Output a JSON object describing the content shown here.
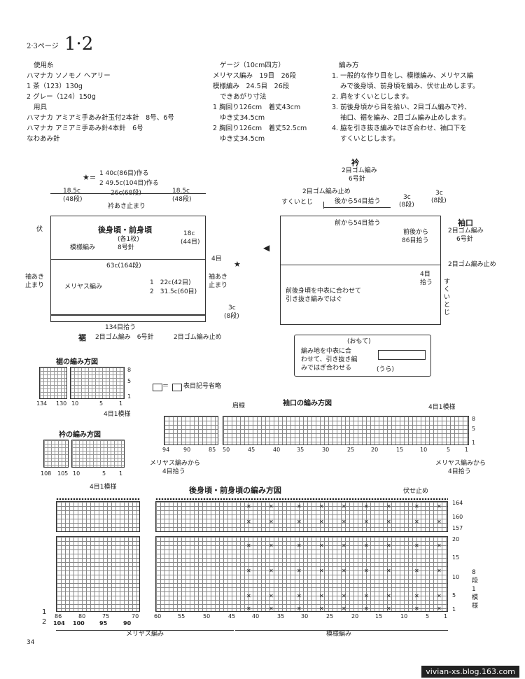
{
  "header": {
    "page_ref": "2·3ページ",
    "numbers": "1·2"
  },
  "materials": {
    "yarn_heading": "使用糸",
    "yarn_name": "ハマナカ ソノモノ ヘアリー",
    "color1": "1 茶（123）130g",
    "color2": "2 グレー（124）150g",
    "tools_heading": "用具",
    "tool1": "ハマナカ アミアミ手あみ針玉付2本針　8号、6号",
    "tool2": "ハマナカ アミアミ手あみ針4本針　6号",
    "tool3": "なわあみ針"
  },
  "gauge": {
    "heading": "ゲージ（10cm四方）",
    "row1": "メリヤス編み　19目　26段",
    "row2": "模様編み　24.5目　26段",
    "size_heading": "できあがり寸法",
    "size1a": "1 胸回り126cm　着丈43cm",
    "size1b": "ゆき丈34.5cm",
    "size2a": "2 胸回り126cm　着丈52.5cm",
    "size2b": "ゆき丈34.5cm"
  },
  "instructions": {
    "heading": "編み方",
    "steps": [
      "1. 一般的な作り目をし、模様編み、メリヤス編",
      "みで後身頃、前身頃を編み、伏せ止めします。",
      "2. 肩をすくいとじします。",
      "3. 前後身頃から目を拾い、2目ゴム編みで衿、",
      "袖口、裾を編み、2目ゴム編み止めします。",
      "4. 脇を引き抜き編みではぎ合わせ、袖口下を",
      "すくいとじします。"
    ]
  },
  "body_diagram": {
    "cast_on1": "1 40c(86目)作る",
    "cast_on2": "2 49.5c(104目)作る",
    "star": "★=",
    "width_left": "18.5c",
    "width_left_rows": "(48段)",
    "width_mid": "26c(68段)",
    "width_right": "18.5c",
    "width_right_rows": "(48段)",
    "neck_stop": "衿あき止まり",
    "bind": "伏",
    "title": "後身頃・前身頃",
    "count": "(各1枚)",
    "needle": "8号針",
    "pattern": "模様編み",
    "side_h": "18c",
    "side_h_rows": "(44目)",
    "sleeve_stop": "袖あき止まり",
    "len": "63c(164段)",
    "stitches_4": "4目",
    "star_mark": "★",
    "sleeve_stop_r": "袖あき止まり",
    "stockinette": "メリヤス編み",
    "h1": "1　22c(42目)",
    "h2": "2　31.5c(60目)",
    "hem_h": "3c",
    "hem_rows": "(8段)",
    "pick_up": "134目拾う",
    "hem_label": "裾",
    "hem_rib": "2目ゴム編み　6号針",
    "rib_bind": "2目ゴム編み止め"
  },
  "neck_diagram": {
    "title": "衿",
    "rib": "2目ゴム編み",
    "needle": "6号針",
    "rib_bind": "2目ゴム編み止め",
    "seam": "すくいとじ",
    "back_pick": "後から54目拾う",
    "front_pick": "前から54目拾う",
    "h_left": "3c",
    "h_left_rows": "(8段)",
    "h_right": "3c",
    "h_right_rows": "(8段)",
    "cuff_title": "袖口",
    "cuff_rib": "2目ゴム編み",
    "cuff_needle": "6号針",
    "cuff_pick": "前後から",
    "cuff_pick2": "86目拾う",
    "cuff_bind": "2目ゴム編み止め",
    "four": "4目",
    "four2": "拾う",
    "seam2": "すくいとじ",
    "join1": "前後身頃を中表に合わせて",
    "join2": "引き抜き編みではぐ",
    "face": "(おもて)",
    "note1": "編み地を中表に合",
    "note2": "わせて、引き抜き編",
    "note3": "みではぎ合わせる",
    "back": "(うら)"
  },
  "charts": {
    "hem_title": "裾の編み方図",
    "hem_nums": [
      "134",
      "130",
      "10",
      "5",
      "1"
    ],
    "hem_rows": [
      "8",
      "5",
      "1"
    ],
    "hem_repeat": "4目1模様",
    "legend": "＝",
    "legend_text": "表目記号省略",
    "neck_title": "衿の編み方図",
    "neck_nums": [
      "108",
      "105",
      "10",
      "5",
      "1"
    ],
    "neck_repeat": "4目1模様",
    "cuff_title": "袖口の編み方図",
    "shoulder": "肩線",
    "cuff_repeat": "4目1模様",
    "cuff_nums": [
      "94",
      "90",
      "85",
      "50",
      "45",
      "40",
      "35",
      "30",
      "25",
      "20",
      "15",
      "10",
      "5",
      "1"
    ],
    "cuff_rows": [
      "8",
      "5",
      "1"
    ],
    "from_st1": "メリヤス編みから",
    "from_st1b": "4目拾う",
    "from_st2": "メリヤス編みから",
    "from_st2b": "4目拾う",
    "body_title": "後身頃・前身頃の編み方図",
    "bind_off": "伏せ止め",
    "body_rows_top": [
      "164",
      "160",
      "157"
    ],
    "body_rows_bot": [
      "20",
      "15",
      "10",
      "5",
      "1"
    ],
    "repeat": "8段1模様",
    "row1_label": "1",
    "row2_label": "2",
    "nums1": [
      "86",
      "80",
      "75",
      "70",
      "60",
      "55",
      "50",
      "45",
      "40",
      "35",
      "30",
      "25",
      "20",
      "15",
      "10",
      "5",
      "1"
    ],
    "nums2": [
      "104",
      "100",
      "95",
      "90"
    ],
    "section_st": "メリヤス編み",
    "section_pat": "模様編み"
  },
  "footer": {
    "page": "34",
    "url": "vivian-xs.blog.163.com"
  }
}
